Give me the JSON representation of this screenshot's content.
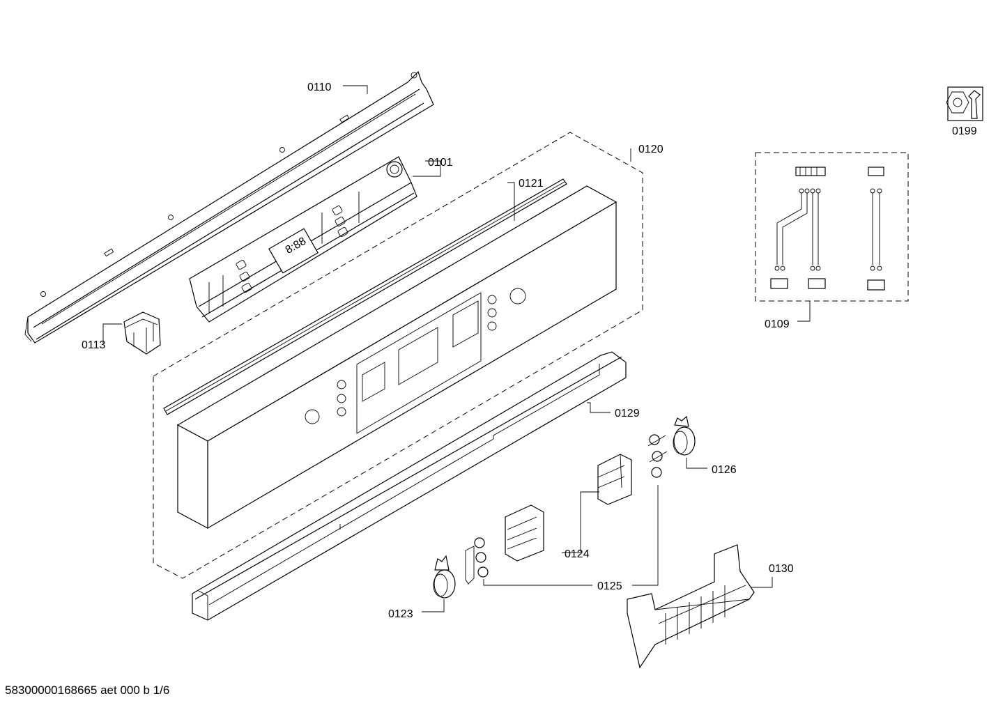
{
  "labels": {
    "p0110": "0110",
    "p0101": "0101",
    "p0121": "0121",
    "p0120": "0120",
    "p0113": "0113",
    "p0129": "0129",
    "p0126": "0126",
    "p0124": "0124",
    "p0125": "0125",
    "p0123": "0123",
    "p0130": "0130",
    "p0109": "0109",
    "p0199": "0199"
  },
  "display_digits": "8:88",
  "footer": "58300000168665 aet 000 b 1/6",
  "tool_icon": "wrench-nut-icon"
}
